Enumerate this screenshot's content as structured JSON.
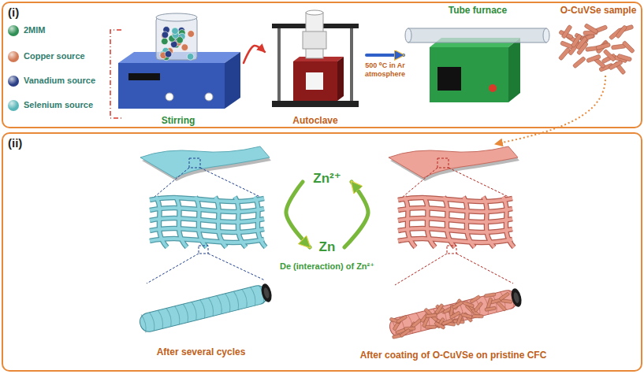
{
  "diagram": {
    "nodes": [
      {
        "text": [
          "(i)"
        ]
      },
      {
        "text": [
          "Stirring"
        ],
        "in": 0
      },
      {
        "text": [
          "Autoclave"
        ],
        "in": 0
      },
      {
        "text": [
          "Tube furnace"
        ],
        "in": 0
      },
      {
        "text": [
          "O-CuVSe sample"
        ],
        "in": 0
      },
      {
        "text": [
          "(ii)"
        ]
      },
      {
        "text": [
          "Zn²⁺"
        ],
        "in": 5
      },
      {
        "text": [
          "Zn"
        ],
        "in": 5
      }
    ],
    "edges": [
      {
        "from": 1,
        "to": 2,
        "arrow": "to"
      },
      {
        "from": 2,
        "to": 3,
        "arrow": "to",
        "label": "500 ⁰C in Ar atmosphere"
      },
      {
        "from": 7,
        "to": 6,
        "arrow": "to"
      },
      {
        "from": 6,
        "to": 7,
        "arrow": "to"
      }
    ],
    "labels": [
      "De (interaction) of Zn²⁺",
      "After several cycles",
      "After coating of O-CuVSe on pristine CFC"
    ],
    "legend": [
      {
        "text": "2MIM",
        "color": "#2f8f55"
      },
      {
        "text": "Copper source",
        "color": "#d27a55"
      },
      {
        "text": "Vanadium source",
        "color": "#2b3f86"
      },
      {
        "text": "Selenium source",
        "color": "#58b6b9"
      }
    ]
  }
}
